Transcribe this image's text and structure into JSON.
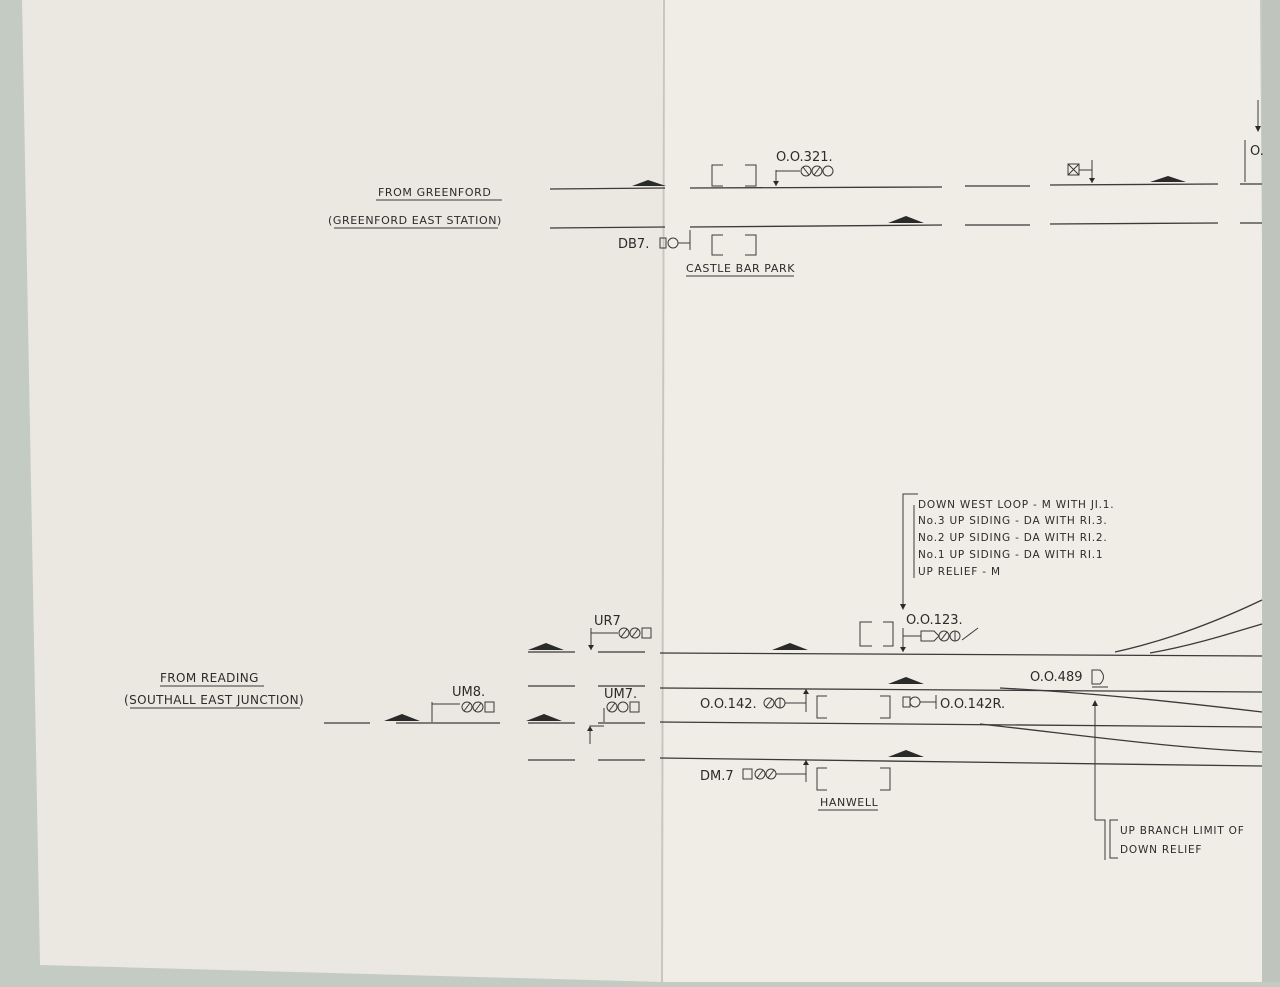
{
  "colors": {
    "paper_left": "#eae8e0",
    "paper_right": "#efede6",
    "ink": "#2b2b2b",
    "background": "#c3cbc3"
  },
  "greenford": {
    "from_label": "FROM GREENFORD",
    "station_label": "(GREENFORD EAST STATION)",
    "castle_bar_park": "CASTLE BAR PARK",
    "signal_oo321": "O.O.321.",
    "signal_db7": "DB7.",
    "signal_top_right": "O."
  },
  "reading": {
    "from_label": "FROM READING",
    "junction_label": "(SOUTHALL EAST JUNCTION)",
    "hanwell": "HANWELL",
    "signal_um8": "UM8.",
    "signal_ur7": "UR7",
    "signal_um7": "UM7.",
    "signal_oo142": "O.O.142.",
    "signal_oo142r": "O.O.142R.",
    "signal_dm7": "DM.7",
    "signal_oo123": "O.O.123.",
    "signal_oo489": "O.O.489"
  },
  "route_notes": [
    "DOWN WEST LOOP - M WITH JI.1.",
    "No.3 UP SIDING  -   DA WITH RI.3.",
    "No.2 UP SIDING  -   DA WITH RI.2.",
    "No.1 UP SIDING  -   DA WITH RI.1",
    "UP RELIEF  -  M"
  ],
  "branch_note": {
    "line1": "UP BRANCH LIMIT OF",
    "line2": "DOWN RELIEF"
  }
}
